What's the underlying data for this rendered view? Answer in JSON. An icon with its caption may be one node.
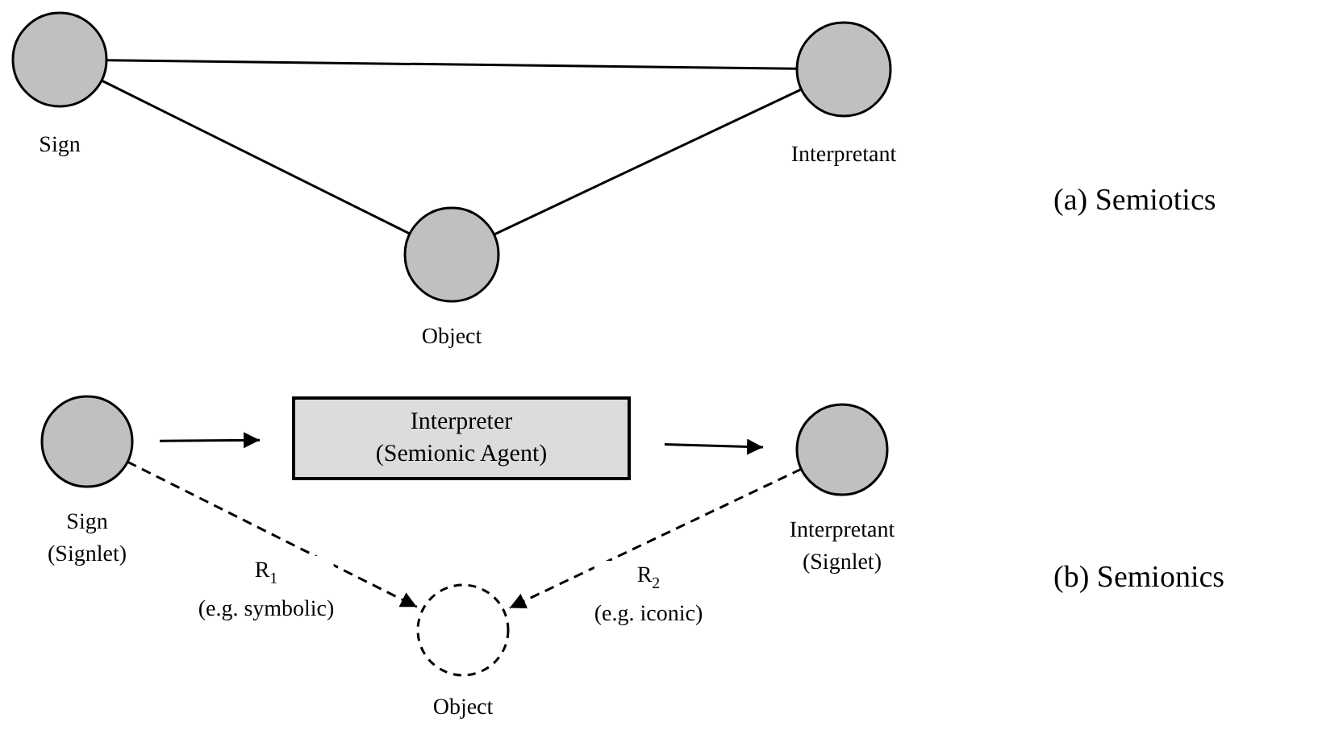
{
  "diagram": {
    "nodes": [
      {
        "text": [
          "Sign"
        ]
      },
      {
        "text": [
          "Interpretant"
        ]
      },
      {
        "text": [
          "Object"
        ]
      },
      {
        "text": [
          "Sign (Signlet)"
        ]
      },
      {
        "text": [
          "Interpreter (Semionic Agent)"
        ]
      },
      {
        "text": [
          "Interpretant (Signlet)"
        ]
      },
      {
        "text": [
          "Object"
        ]
      }
    ],
    "edges": [
      {
        "from": 0,
        "to": 1,
        "arrow": "none"
      },
      {
        "from": 0,
        "to": 2,
        "arrow": "none"
      },
      {
        "from": 2,
        "to": 1,
        "arrow": "none"
      },
      {
        "from": 3,
        "to": 4,
        "arrow": "to"
      },
      {
        "from": 4,
        "to": 5,
        "arrow": "to"
      },
      {
        "from": 3,
        "to": 6,
        "arrow": "to",
        "label": "R$_{1}$ (e.g. symbolic)",
        "style": "dashed"
      },
      {
        "from": 5,
        "to": 6,
        "arrow": "to",
        "label": "R$_{2}$ (e.g. iconic)",
        "style": "dashed"
      }
    ],
    "labels": [
      "(a) Semiotics",
      "(b) Semionics"
    ]
  }
}
